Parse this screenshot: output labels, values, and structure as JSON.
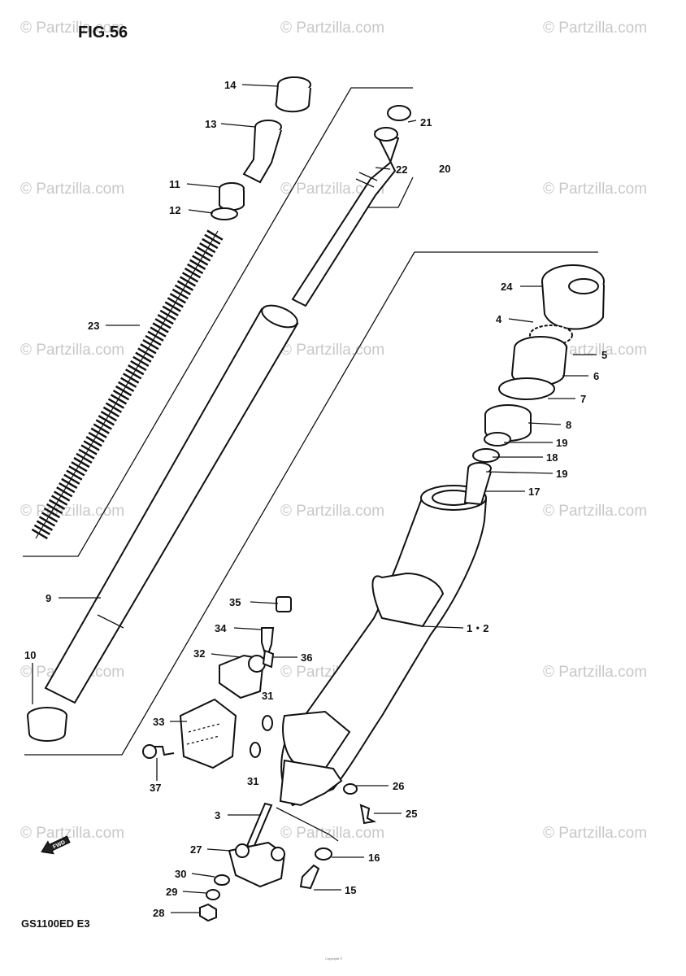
{
  "figure": {
    "title": "FIG.56",
    "model_code": "GS1100ED  E3",
    "footer_copyright": "Copyright ©"
  },
  "watermark": {
    "text": "© Partzilla.com"
  },
  "fwd_arrow": {
    "text": "FWD"
  },
  "callouts": {
    "c14": "14",
    "c13": "13",
    "c11": "11",
    "c12": "12",
    "c21": "21",
    "c22": "22",
    "c20": "20",
    "c23": "23",
    "c24": "24",
    "c4": "4",
    "c5": "5",
    "c6": "6",
    "c7": "7",
    "c8": "8",
    "c19a": "19",
    "c18": "18",
    "c19b": "19",
    "c17": "17",
    "c9": "9",
    "c10": "10",
    "c1_2": "1・2",
    "c35": "35",
    "c34": "34",
    "c32": "32",
    "c36": "36",
    "c31a": "31",
    "c33": "33",
    "c37": "37",
    "c31b": "31",
    "c26": "26",
    "c3": "3",
    "c25": "25",
    "c27": "27",
    "c16": "16",
    "c30": "30",
    "c29": "29",
    "c15": "15",
    "c28": "28"
  }
}
